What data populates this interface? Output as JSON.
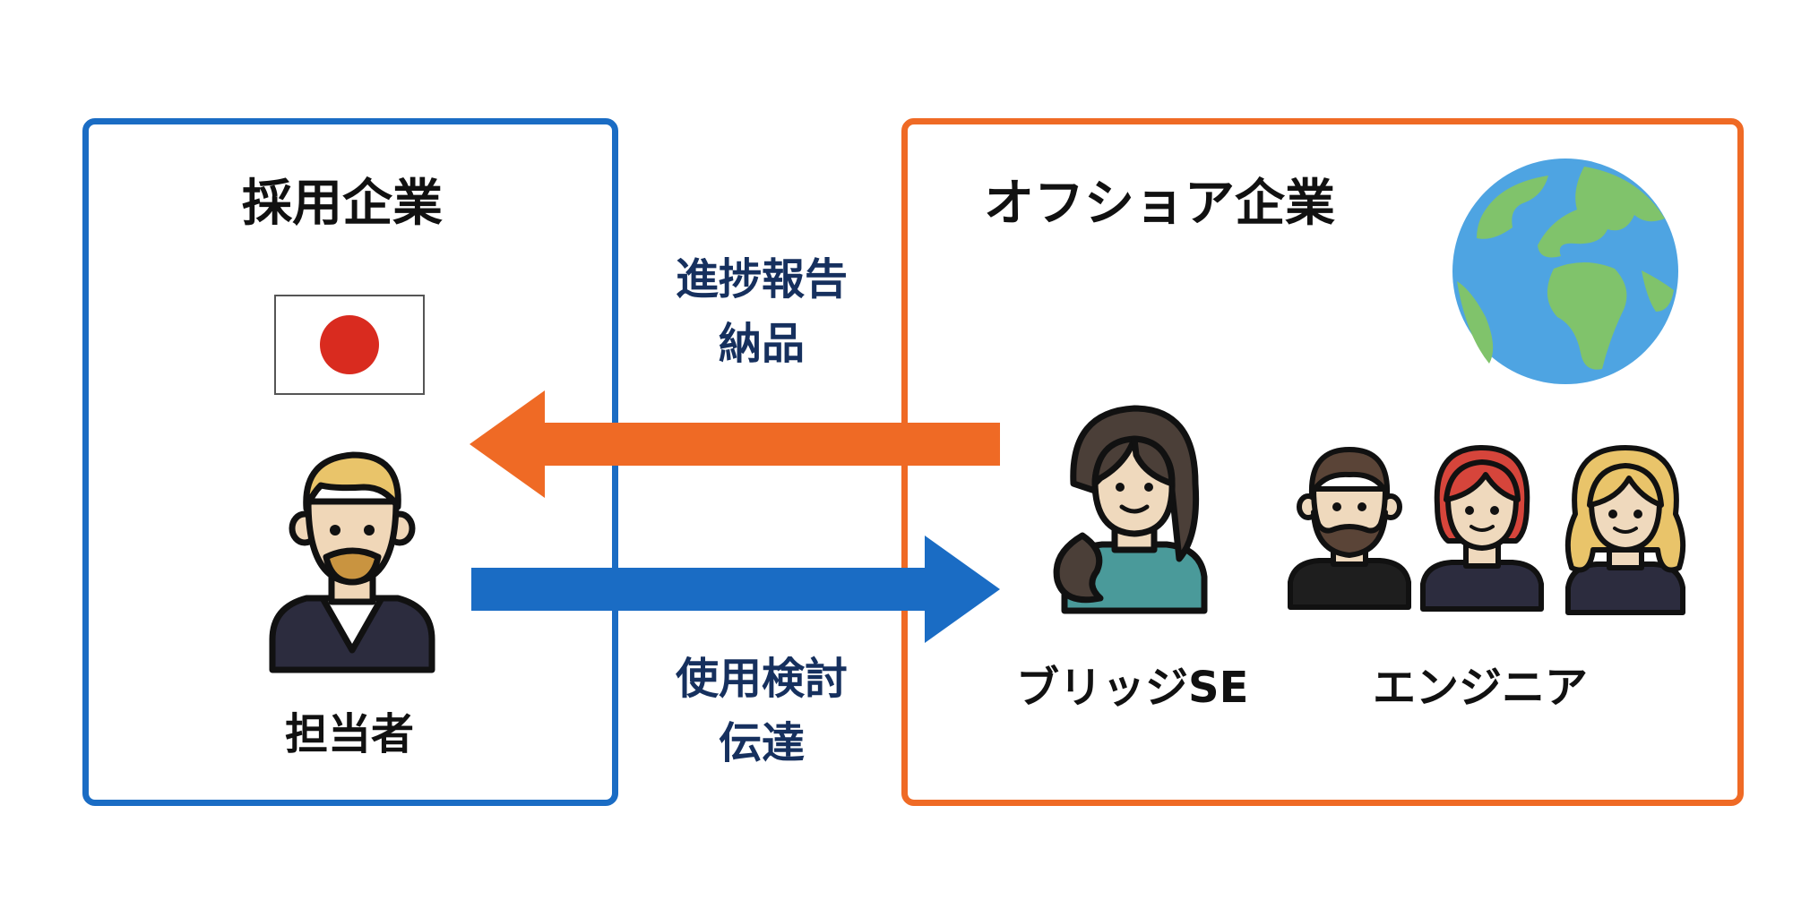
{
  "client": {
    "title": "採用企業",
    "person_label": "担当者",
    "border_color": "#1a6cc4"
  },
  "offshore": {
    "title": "オフショア企業",
    "bridge_label": "ブリッジSE",
    "engineer_label": "エンジニア",
    "border_color": "#ef6a25"
  },
  "arrows": {
    "to_client": {
      "line1": "進捗報告",
      "line2": "納品",
      "color": "#ef6a25"
    },
    "to_offshore": {
      "line1": "使用検討",
      "line2": "伝達",
      "color": "#1a6cc4"
    }
  },
  "icons": [
    "japan-flag-icon",
    "businessman-icon",
    "globe-icon",
    "woman-icon",
    "bearded-man-icon",
    "red-hair-woman-icon",
    "blonde-woman-icon"
  ],
  "highlight_color": "#f6f28e"
}
